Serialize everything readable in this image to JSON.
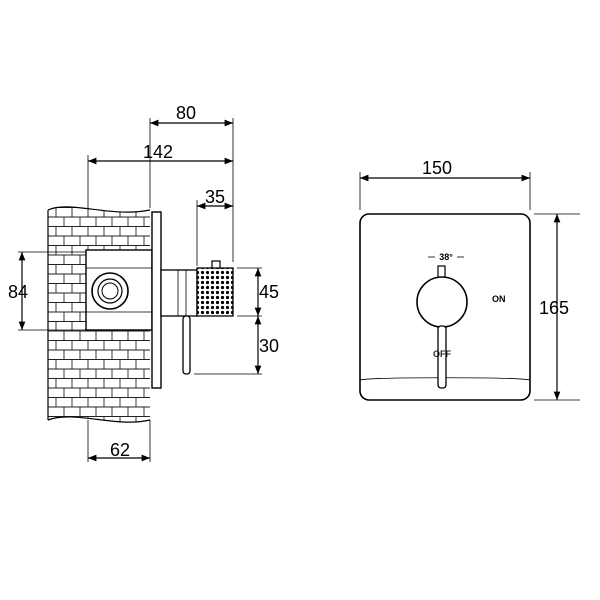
{
  "side_view": {
    "dims": {
      "d80": "80",
      "d142": "142",
      "d35": "35",
      "d84": "84",
      "d45": "45",
      "d30": "30",
      "d62": "62"
    }
  },
  "front_view": {
    "dims": {
      "d150": "150",
      "d165": "165"
    },
    "angle_label": "38°",
    "on_label": "ON",
    "off_label": "OFF"
  }
}
